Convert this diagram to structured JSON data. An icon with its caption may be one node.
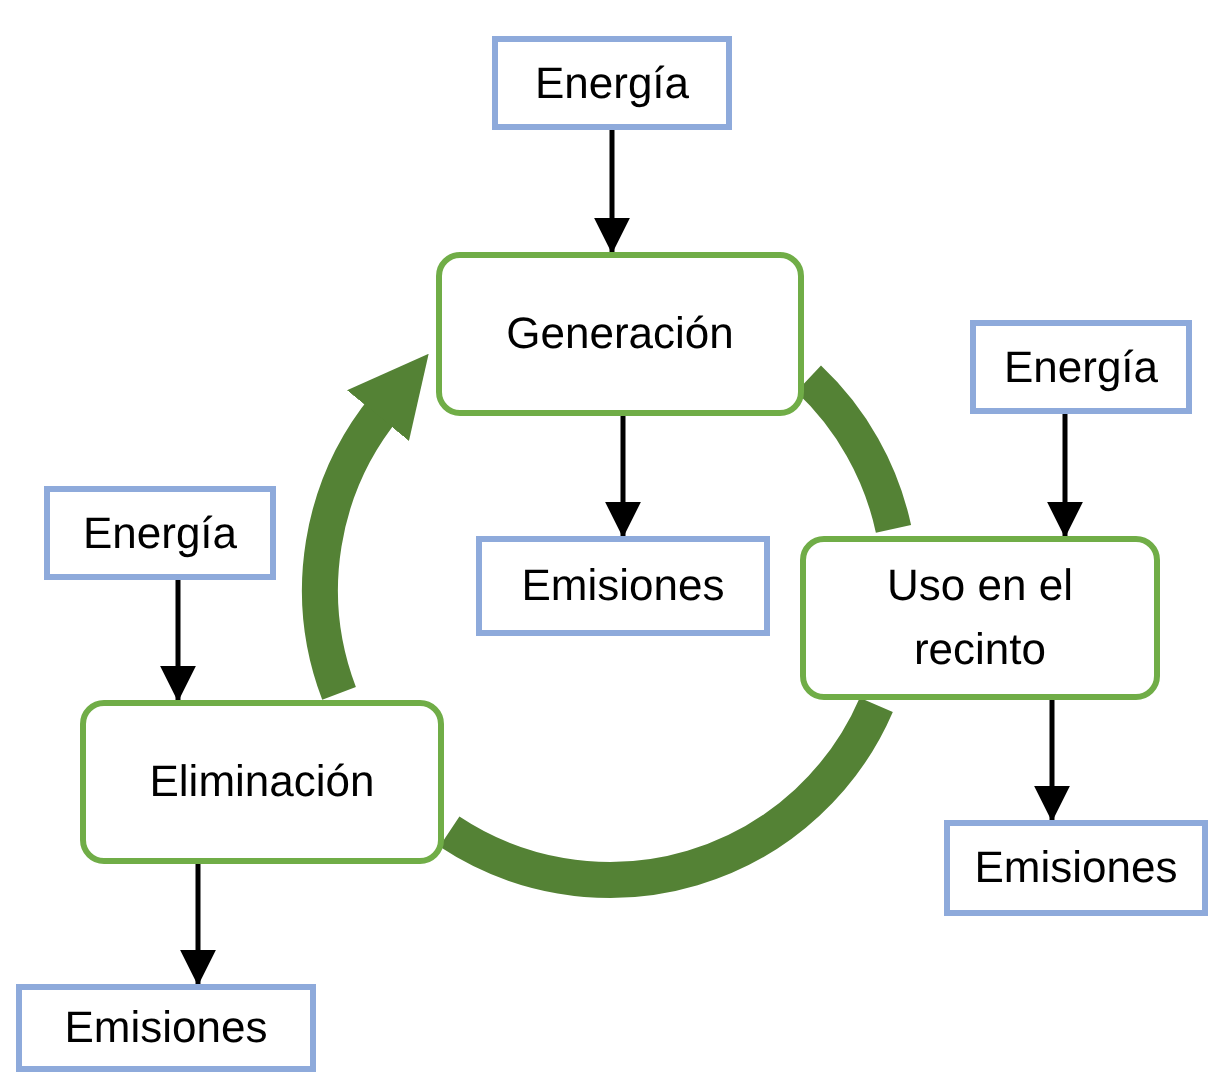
{
  "diagram": {
    "nodes": [
      {
        "text": [
          "Energía"
        ]
      },
      {
        "text": [
          "Generación"
        ]
      },
      {
        "text": [
          "Energía"
        ]
      },
      {
        "text": [
          "Emisiones"
        ]
      },
      {
        "text": [
          "Uso en el recinto"
        ]
      },
      {
        "text": [
          "Energía"
        ]
      },
      {
        "text": [
          "Eliminación"
        ]
      },
      {
        "text": [
          "Emisiones"
        ]
      },
      {
        "text": [
          "Emisiones"
        ]
      }
    ],
    "edges": [
      {
        "from": 0,
        "to": 1,
        "arrow": "to"
      },
      {
        "from": 1,
        "to": 3,
        "arrow": "to"
      },
      {
        "from": 2,
        "to": 4,
        "arrow": "to"
      },
      {
        "from": 4,
        "to": 7,
        "arrow": "to"
      },
      {
        "from": 5,
        "to": 6,
        "arrow": "to"
      },
      {
        "from": 6,
        "to": 8,
        "arrow": "to"
      },
      {
        "from": 1,
        "to": 4,
        "arrow": "none",
        "style": "thick",
        "color": "#548235"
      },
      {
        "from": 4,
        "to": 6,
        "arrow": "none",
        "style": "thick",
        "color": "#548235"
      },
      {
        "from": 6,
        "to": 1,
        "arrow": "to",
        "style": "thick",
        "color": "#548235"
      }
    ]
  }
}
